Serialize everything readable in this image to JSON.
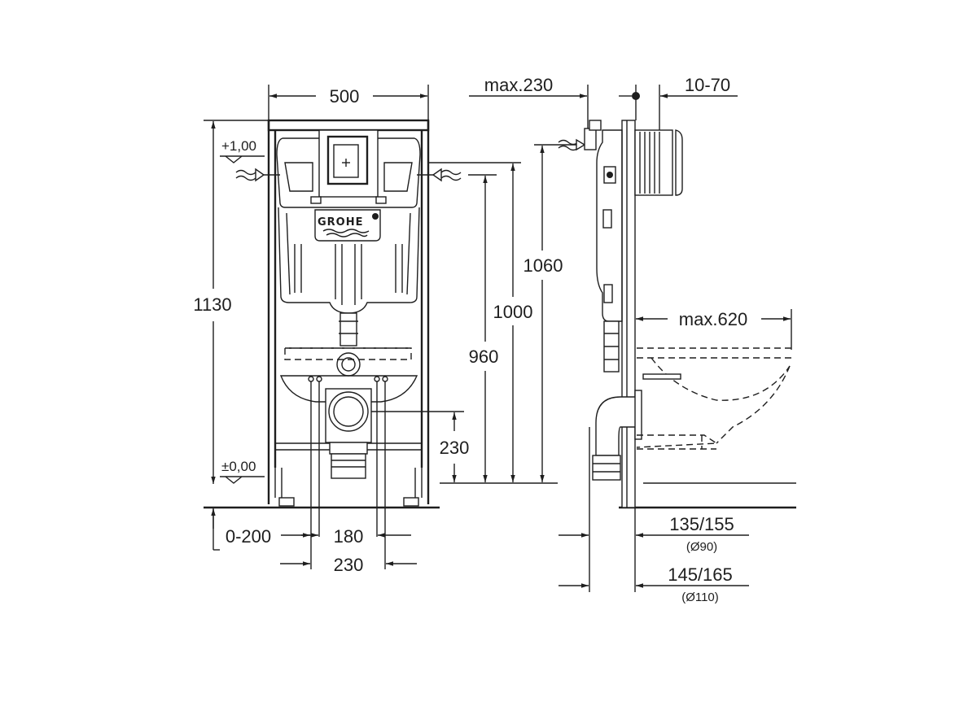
{
  "front_view": {
    "brand": "GROHE",
    "width": "500",
    "height_total": "1130",
    "level_top": "+1,00",
    "level_zero": "±0,00",
    "height_1060": "1060",
    "height_1000": "1000",
    "height_960": "960",
    "height_230": "230",
    "offset_0_200": "0-200",
    "spacing_180": "180",
    "spacing_230": "230"
  },
  "side_view": {
    "max_230": "max.230",
    "range_10_70": "10-70",
    "max_620": "max.620",
    "dim_135_155": "135/155",
    "pipe_90": "(Ø90)",
    "dim_145_165": "145/165",
    "pipe_110": "(Ø110)"
  }
}
